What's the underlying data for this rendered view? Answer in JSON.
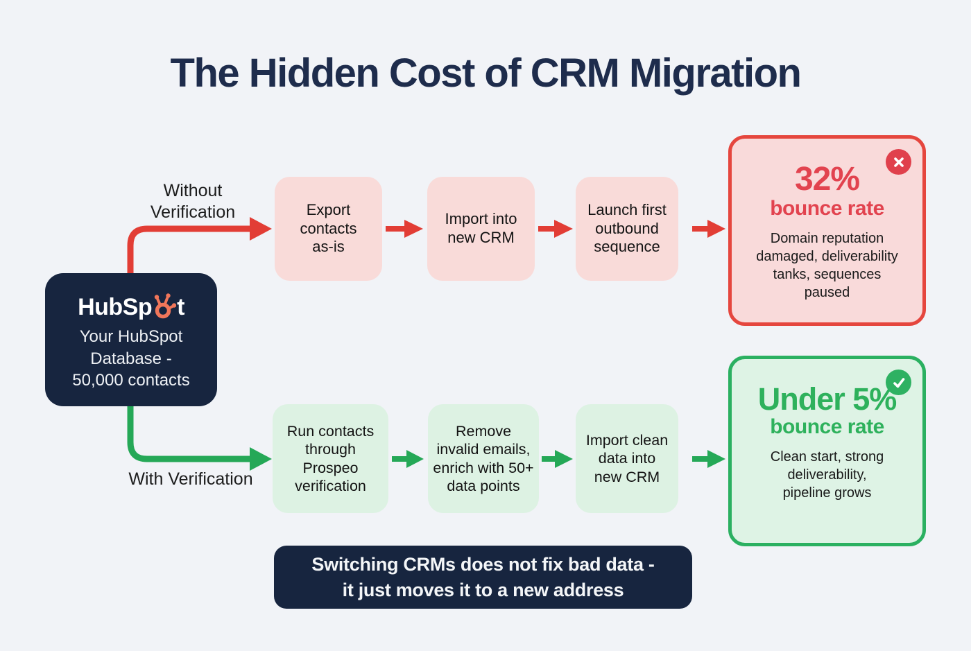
{
  "title": "The Hidden Cost of CRM Migration",
  "source": {
    "logo_text_left": "HubSp",
    "logo_text_right": "t",
    "logo_name": "HubSpot",
    "description": "Your HubSpot\nDatabase -\n50,000 contacts"
  },
  "branch_without": {
    "label": "Without\nVerification",
    "steps": [
      "Export\ncontacts\nas-is",
      "Import into\nnew CRM",
      "Launch first\noutbound\nsequence"
    ],
    "result": {
      "stat": "32%",
      "stat_label": "bounce rate",
      "description": "Domain reputation\ndamaged, deliverability\ntanks, sequences\npaused",
      "icon": "x-icon"
    }
  },
  "branch_with": {
    "label": "With Verification",
    "steps": [
      "Run contacts\nthrough\nProspeo\nverification",
      "Remove\ninvalid emails,\nenrich with 50+\ndata points",
      "Import clean\ndata into\nnew CRM"
    ],
    "result": {
      "stat": "Under 5%",
      "stat_label": "bounce rate",
      "description": "Clean start, strong\ndeliverability,\npipeline grows",
      "icon": "check-icon"
    }
  },
  "footer": "Switching CRMs does not fix bad data -\nit just moves it to a new address",
  "colors": {
    "background": "#f1f3f7",
    "navy": "#17253f",
    "title_navy": "#1e2c4c",
    "red": "#e23d35",
    "red_border": "#e5463e",
    "red_fill": "#f9dbd9",
    "red_text": "#e2434f",
    "green": "#25a857",
    "green_border": "#2bb061",
    "green_fill": "#ddf2e3",
    "green_text": "#2eb15c",
    "hubspot_orange": "#f0765a"
  }
}
